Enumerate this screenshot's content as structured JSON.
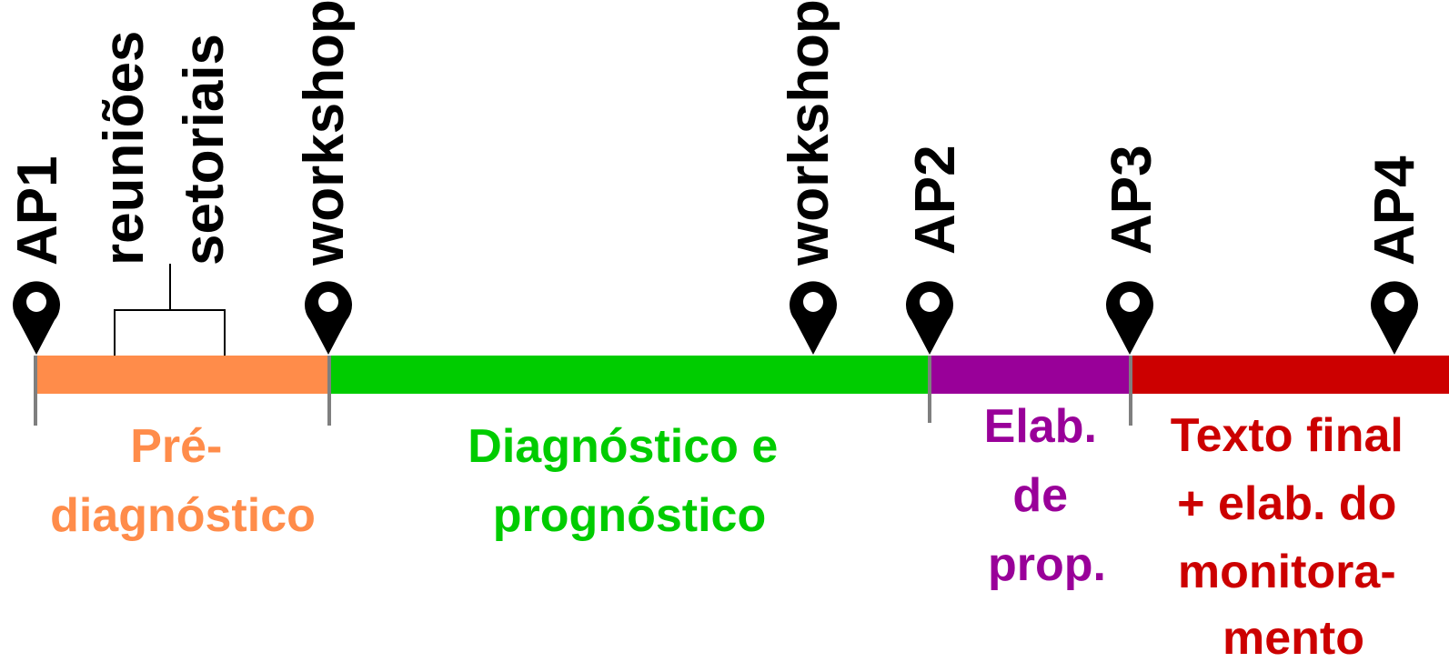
{
  "timeline": {
    "milestones": [
      {
        "label": "AP1"
      },
      {
        "label": "workshop"
      },
      {
        "label": "workshop"
      },
      {
        "label": "AP2"
      },
      {
        "label": "AP3"
      },
      {
        "label": "AP4"
      }
    ],
    "bracket": {
      "line1": "reuniões",
      "line2": "setoriais"
    },
    "phases": [
      {
        "lines": [
          "Pré-",
          "diagnóstico"
        ],
        "color": "#ff8c4a"
      },
      {
        "lines": [
          "Diagnóstico e",
          "prognóstico"
        ],
        "color": "#00cc00"
      },
      {
        "lines": [
          "Elab.",
          "de",
          "prop."
        ],
        "color": "#990099"
      },
      {
        "lines": [
          "Texto final",
          "+ elab. do",
          "monitora-",
          "mento"
        ],
        "color": "#cc0000"
      }
    ],
    "divider_color": "#7f7f7f",
    "marker_color": "#000000"
  }
}
